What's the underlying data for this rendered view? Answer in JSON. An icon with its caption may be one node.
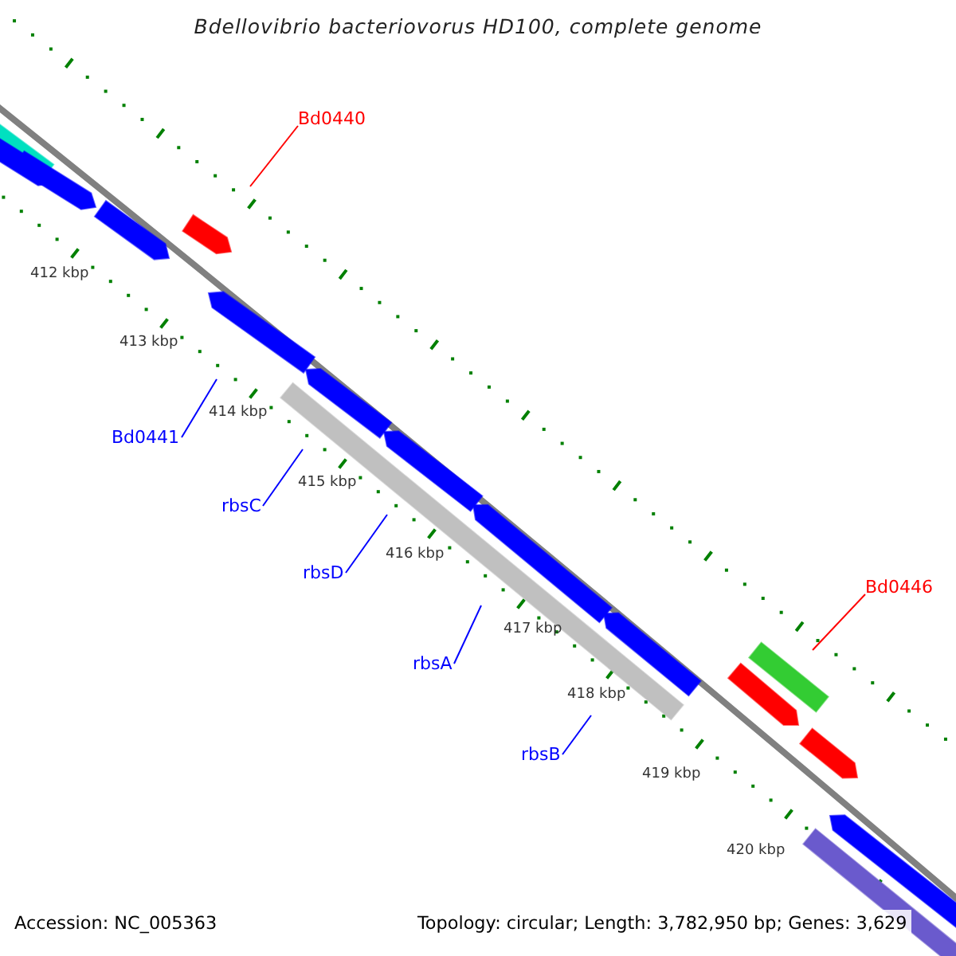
{
  "diagram": {
    "title": "Bdellovibrio bacteriovorus HD100, complete genome",
    "nodes": [
      {
        "text": [
          "Bd0440"
        ]
      },
      {
        "text": [
          "Bd0441"
        ]
      },
      {
        "text": [
          "rbsC"
        ]
      },
      {
        "text": [
          "rbsD"
        ]
      },
      {
        "text": [
          "rbsA"
        ]
      },
      {
        "text": [
          "rbsB"
        ]
      },
      {
        "text": [
          "Bd0446"
        ]
      }
    ],
    "edges": [
      {
        "from": 0,
        "to": null,
        "arrow": "none",
        "color": "#ff0000"
      },
      {
        "from": 1,
        "to": null,
        "arrow": "none"
      },
      {
        "from": 2,
        "to": null,
        "arrow": "none"
      },
      {
        "from": 3,
        "to": null,
        "arrow": "none"
      },
      {
        "from": 4,
        "to": null,
        "arrow": "none"
      },
      {
        "from": 5,
        "to": null,
        "arrow": "none"
      },
      {
        "from": 6,
        "to": null,
        "arrow": "none",
        "color": "#ff0000"
      }
    ],
    "labels": [
      "412 kbp",
      "413 kbp",
      "414 kbp",
      "415 kbp",
      "416 kbp",
      "417 kbp",
      "418 kbp",
      "419 kbp",
      "420 kbp",
      "Accession: NC_005363",
      "Topology: circular; Length: 3,782,950 bp; Genes: 3,629"
    ]
  }
}
